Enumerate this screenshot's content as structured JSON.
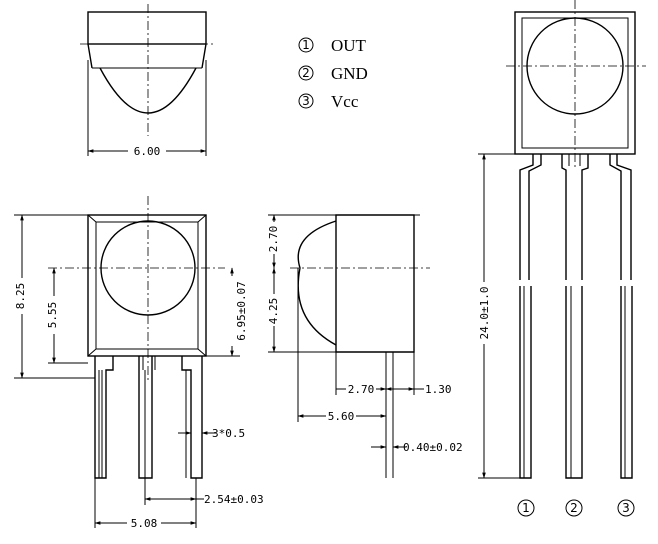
{
  "pinout": [
    {
      "num": "1",
      "label": "OUT"
    },
    {
      "num": "2",
      "label": "GND"
    },
    {
      "num": "3",
      "label": "Vcc"
    }
  ],
  "dimensions": {
    "top_width": "6.00",
    "body_height": "8.25",
    "lens_center_height": "5.55",
    "lens_center_total": "6.95±0.07",
    "side_top": "2.70",
    "side_bottom": "4.25",
    "side_depth_a": "2.70",
    "side_depth_b": "1.30",
    "side_depth_total": "5.60",
    "lead_thickness": "0.40±0.02",
    "lead_width": "3*0.5",
    "pin_pitch": "2.54±0.03",
    "pin_span": "5.08",
    "lead_length": "24.0±1.0"
  },
  "pin_numbers": [
    "1",
    "2",
    "3"
  ]
}
